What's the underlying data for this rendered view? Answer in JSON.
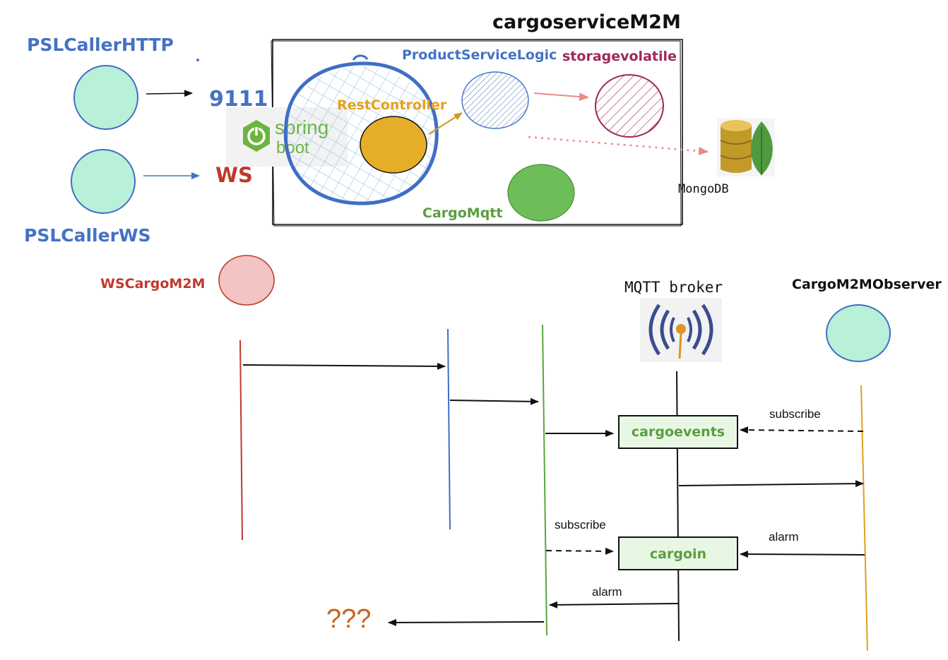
{
  "labels": {
    "system_title": "cargoserviceM2M",
    "caller_http": "PSLCallerHTTP",
    "port_9111": "9111",
    "ws_label": "WS",
    "caller_ws": "PSLCallerWS",
    "product_service_logic": "ProductServiceLogic",
    "storage_volatile": "storagevolatile",
    "rest_controller": "RestController",
    "spring_word": "spring",
    "boot_word": "boot",
    "cargo_mqtt": "CargoMqtt",
    "mongodb": "MongoDB",
    "ws_cargo_m2m": "WSCargoM2M",
    "mqtt_broker": "MQTT broker",
    "observer": "CargoM2MObserver",
    "topic_cargoevents": "cargoevents",
    "topic_cargoin": "cargoin",
    "msg_subscribe_observer": "subscribe",
    "msg_subscribe_cargomqtt": "subscribe",
    "msg_alarm_observer": "alarm",
    "msg_alarm_broker": "alarm",
    "unknown": "???"
  },
  "colors": {
    "blue_text": "#4472c4",
    "red_text": "#c0392b",
    "green_text": "#5a9e3f",
    "orange_text": "#e3a21a",
    "magenta_text": "#a0285a",
    "caller_fill": "#b8f0d8",
    "ws_node_fill": "#f2c4c4",
    "rest_fill": "#e6ae28",
    "mqtt_fill": "#6dbd58",
    "topic_fill": "#e8f7e4",
    "lifeline_red": "#c0392b",
    "lifeline_blue": "#3f6ec6",
    "lifeline_green": "#5aa63c",
    "lifeline_orange": "#e0a020",
    "question": "#c8641e"
  },
  "icons": {
    "spring_boot_logo": "spring-power-icon",
    "mongodb_logo": "database-leaf-icon",
    "mqtt_logo": "broadcast-icon"
  }
}
